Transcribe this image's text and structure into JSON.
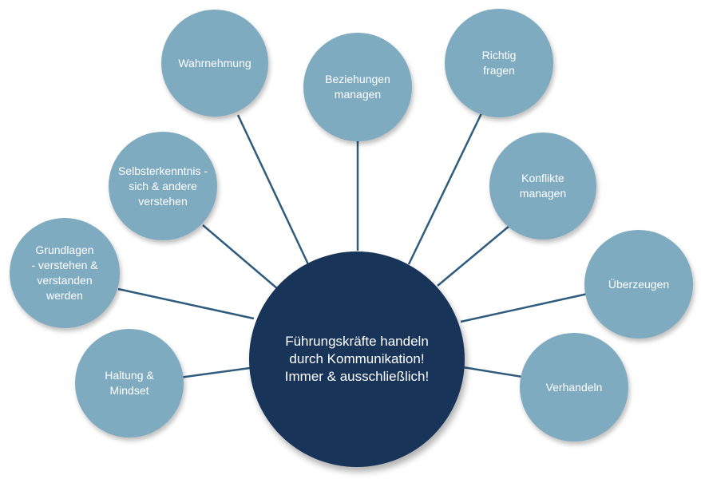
{
  "colors": {
    "center": "#183459",
    "bubble": "#7fabc1",
    "connector": "#2f5b7c",
    "text": "#ffffff"
  },
  "center": {
    "text": "Führungskräfte handeln\ndurch Kommunikation!\nImmer & ausschließlich!"
  },
  "topics": [
    {
      "id": "wahrnehmung",
      "text": "Wahrnehmung"
    },
    {
      "id": "beziehungen-managen",
      "text": "Beziehungen\nmanagen"
    },
    {
      "id": "richtig-fragen",
      "text": "Richtig\nfragen"
    },
    {
      "id": "selbsterkenntnis",
      "text": "Selbsterkenntnis -\nsich & andere\nverstehen"
    },
    {
      "id": "konflikte-managen",
      "text": "Konflikte\nmanagen"
    },
    {
      "id": "grundlagen",
      "text": "Grundlagen\n- verstehen &\nverstanden\nwerden"
    },
    {
      "id": "ueberzeugen",
      "text": "Überzeugen"
    },
    {
      "id": "haltung-mindset",
      "text": "Haltung &\nMindset"
    },
    {
      "id": "verhandeln",
      "text": "Verhandeln"
    }
  ]
}
